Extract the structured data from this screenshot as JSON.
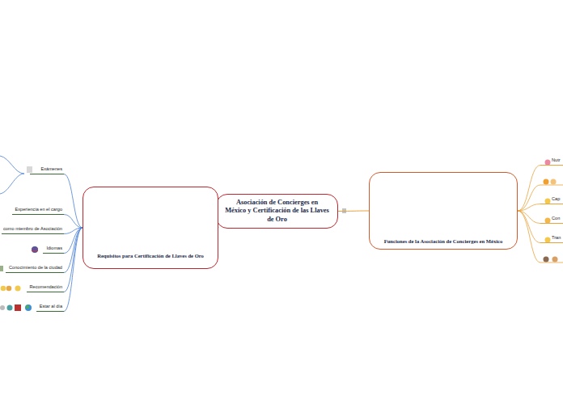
{
  "diagram": {
    "nodes": [
      {
        "text": [
          "Asociación de Concierges en México y Certificación de las Llaves de Oro"
        ]
      },
      {
        "text": [
          "Requisitos para Certificación de Llaves de Oro"
        ]
      },
      {
        "text": [
          "Funciones de la Asociación de Concierges en México"
        ]
      },
      {
        "text": [
          "Exámenes"
        ]
      },
      {
        "text": [
          "Experiencia en el cargo"
        ]
      },
      {
        "text": [
          "como miembro de Asociación"
        ]
      },
      {
        "text": [
          "Idiomas"
        ]
      },
      {
        "text": [
          "Conocimiento de la ciudad"
        ]
      },
      {
        "text": [
          "Recomendación"
        ]
      },
      {
        "text": [
          "Estar al día"
        ]
      },
      {
        "text": [
          "Nutr"
        ]
      },
      {
        "text": [
          "Cap"
        ]
      },
      {
        "text": [
          "Con"
        ]
      },
      {
        "text": [
          "Tran"
        ]
      }
    ],
    "edges": [
      {
        "from": 0,
        "to": 1,
        "arrow": "none"
      },
      {
        "from": 0,
        "to": 2,
        "arrow": "none"
      },
      {
        "from": 1,
        "to": 3,
        "arrow": "none"
      },
      {
        "from": 1,
        "to": 4,
        "arrow": "none"
      },
      {
        "from": 1,
        "to": 5,
        "arrow": "none"
      },
      {
        "from": 1,
        "to": 6,
        "arrow": "none"
      },
      {
        "from": 1,
        "to": 7,
        "arrow": "none"
      },
      {
        "from": 1,
        "to": 8,
        "arrow": "none"
      },
      {
        "from": 1,
        "to": 9,
        "arrow": "none"
      },
      {
        "from": 2,
        "to": 10,
        "arrow": "none"
      },
      {
        "from": 2,
        "to": 11,
        "arrow": "none"
      },
      {
        "from": 2,
        "to": 12,
        "arrow": "none"
      },
      {
        "from": 2,
        "to": 13,
        "arrow": "none"
      }
    ]
  }
}
